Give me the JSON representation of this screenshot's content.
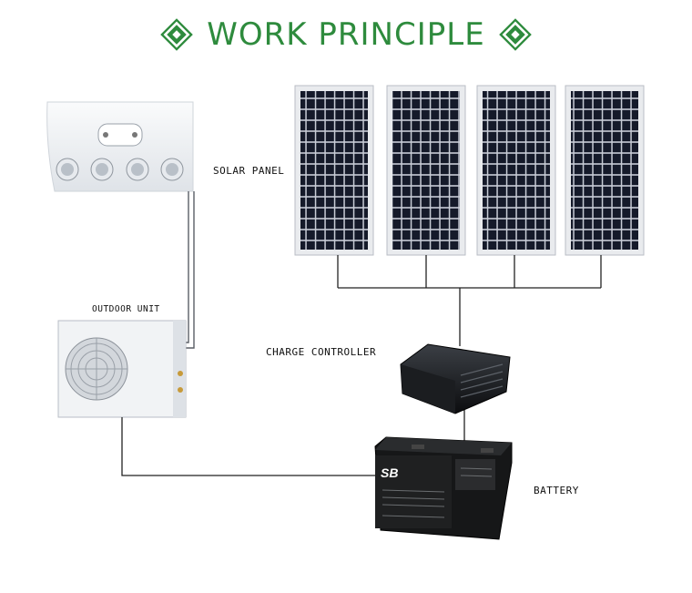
{
  "header": {
    "title": "WORK PRINCIPLE",
    "accent_color": "#2e8b3d",
    "icon": "green-diamond-icon"
  },
  "labels": {
    "solar_panel": "SOLAR PANEL",
    "outdoor_unit": "OUTDOOR UNIT",
    "charge_controller": "CHARGE CONTROLLER",
    "battery": "BATTERY"
  },
  "battery_brand": "SB",
  "panel_count": 4
}
